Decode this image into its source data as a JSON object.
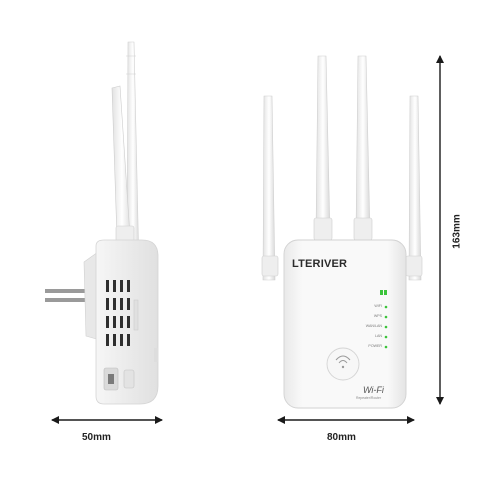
{
  "product": {
    "brand": "LTERIVER",
    "led_labels": [
      "WIFI",
      "WPS",
      "WAN/LAN",
      "LAN",
      "POWER"
    ],
    "wifi_logo": "Wi-Fi",
    "wifi_sub": "Repeater/Router"
  },
  "dimensions": {
    "depth": "50mm",
    "width": "80mm",
    "height": "163mm"
  },
  "colors": {
    "body": "#f4f4f4",
    "shadow": "#d6d6d6",
    "led": "#3cc43c",
    "arrow": "#1a1a1a"
  }
}
